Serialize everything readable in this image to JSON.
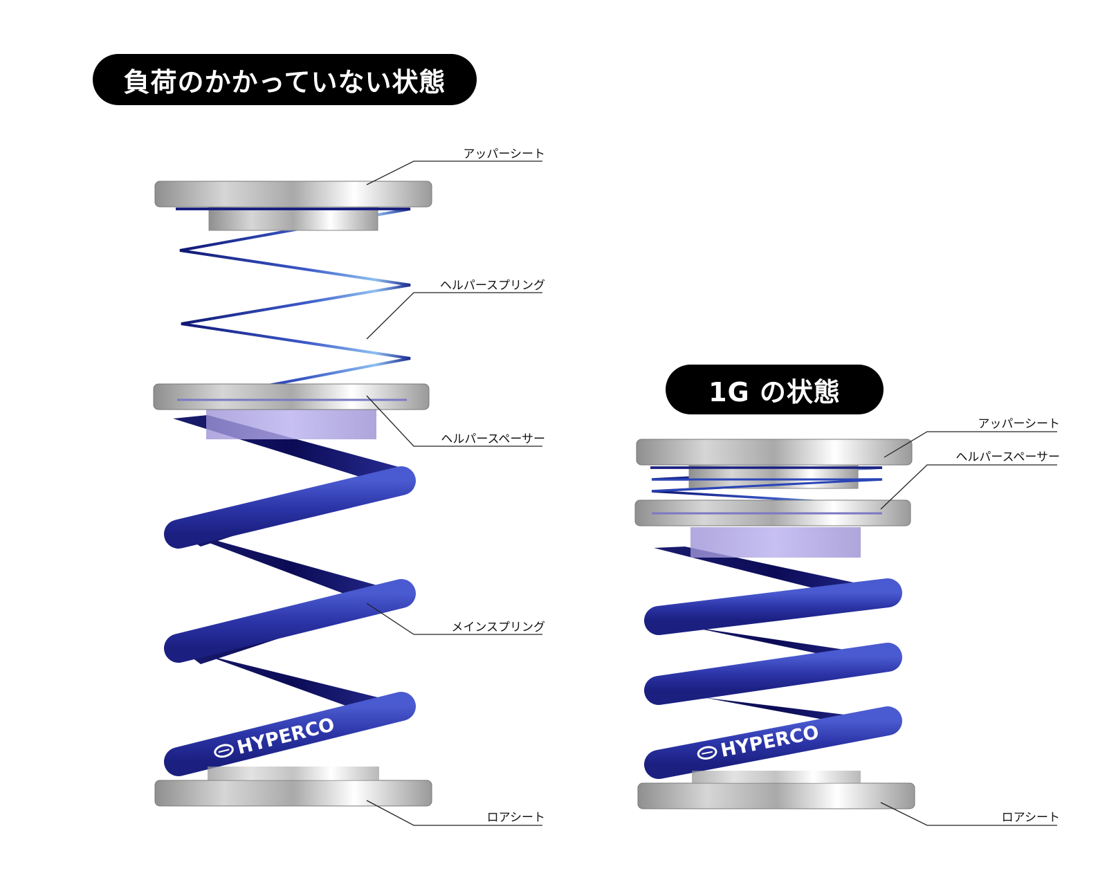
{
  "headings": {
    "unloaded": "負荷のかかっていない状態",
    "one_g": "1G の状態"
  },
  "labels_left": {
    "upper_seat": "アッパーシート",
    "helper_spring": "ヘルパースプリング",
    "helper_spacer": "ヘルパースペーサー",
    "main_spring": "メインスプリング",
    "lower_seat": "ロアシート"
  },
  "labels_right": {
    "upper_seat": "アッパーシート",
    "helper_spacer": "ヘルパースペーサー",
    "lower_seat": "ロアシート"
  },
  "brand_text": "HYPERCO",
  "colors": {
    "spring_blue": "#2e3ab0",
    "spring_dark": "#0b0b5c",
    "seat_metal": "#b9b9b9",
    "spacer_purple": "#a89ee0"
  }
}
